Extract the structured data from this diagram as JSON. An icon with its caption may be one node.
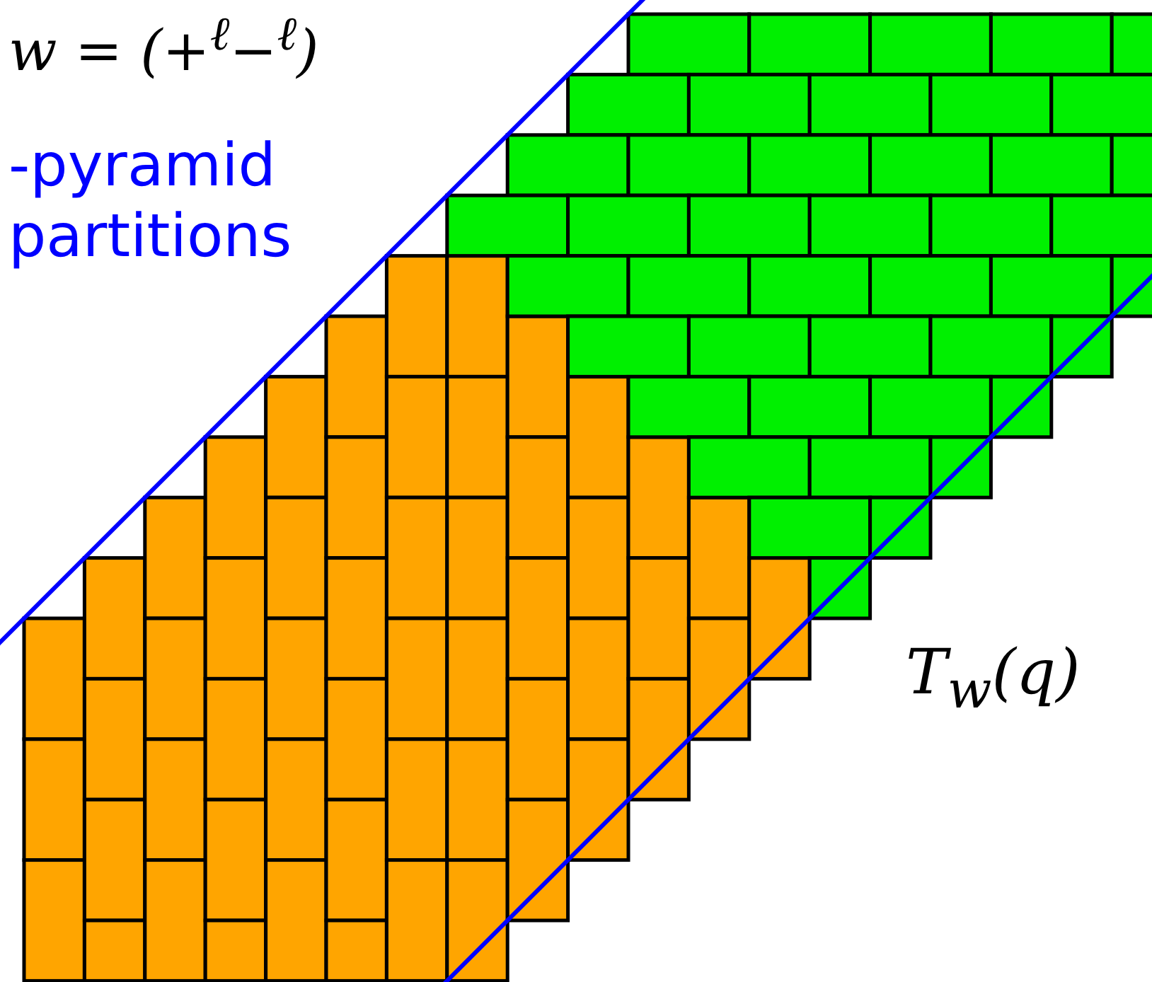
{
  "diagram": {
    "labels": [
      "w = (+$^{ℓ}$−$^{ℓ}$)",
      "-pyramid partitions",
      "T$_{w}$(q)"
    ]
  }
}
